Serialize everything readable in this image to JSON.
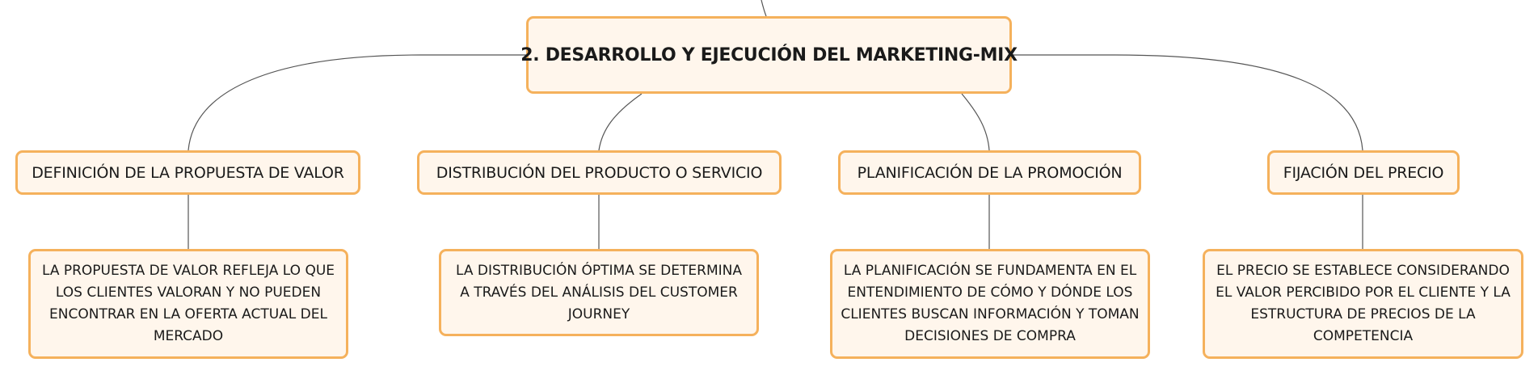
{
  "main_topic": {
    "label": "2. DESARROLLO Y EJECUCIÓN DEL MARKETING-MIX"
  },
  "branches": [
    {
      "label": "DEFINICIÓN DE LA PROPUESTA DE VALOR",
      "detail": "LA PROPUESTA DE VALOR REFLEJA LO QUE LOS CLIENTES VALORAN Y NO PUEDEN ENCONTRAR EN LA OFERTA ACTUAL DEL MERCADO"
    },
    {
      "label": "DISTRIBUCIÓN DEL PRODUCTO O SERVICIO",
      "detail": "LA DISTRIBUCIÓN ÓPTIMA SE DETERMINA A TRAVÉS DEL ANÁLISIS DEL CUSTOMER JOURNEY"
    },
    {
      "label": "PLANIFICACIÓN DE LA PROMOCIÓN",
      "detail": "LA PLANIFICACIÓN SE FUNDAMENTA EN EL ENTENDIMIENTO DE CÓMO Y DÓNDE LOS CLIENTES BUSCAN INFORMACIÓN Y TOMAN DECISIONES DE COMPRA"
    },
    {
      "label": "FIJACIÓN DEL PRECIO",
      "detail": "EL PRECIO SE ESTABLECE CONSIDERANDO EL VALOR PERCIBIDO POR EL CLIENTE Y LA ESTRUCTURA DE PRECIOS DE LA COMPETENCIA"
    }
  ],
  "colors": {
    "node_border": "#f5b15c",
    "node_fill": "#fff6ec",
    "connector": "#555555",
    "text": "#1a1a1a"
  }
}
